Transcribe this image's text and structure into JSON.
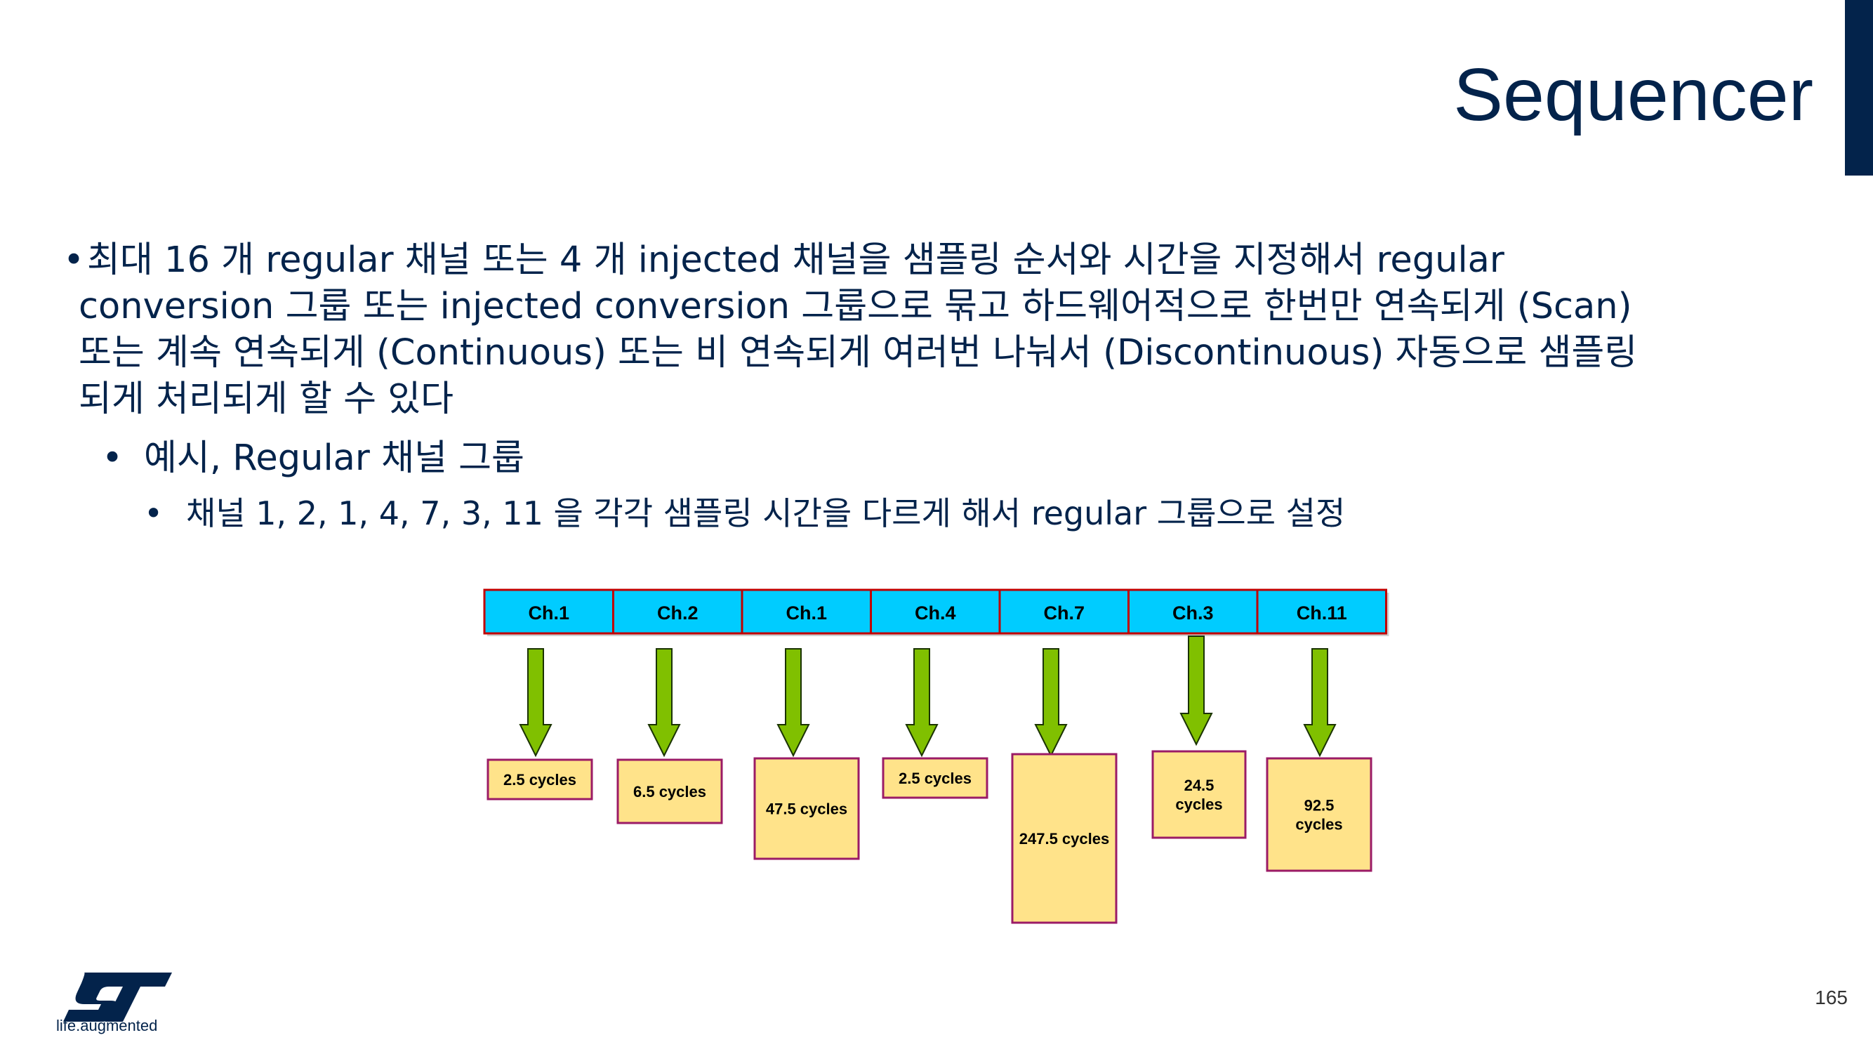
{
  "slide": {
    "title": "Sequencer",
    "page_number": "165",
    "brand_tagline": "life.augmented",
    "colors": {
      "title": "#03234b",
      "channel_box": "#00ccff",
      "channel_border": "#c00000",
      "arrow": "#80c000",
      "cycle_box": "#ffe38a",
      "cycle_border": "#9b1b66"
    }
  },
  "bullets": {
    "level1": {
      "lines": [
        "최대 16 개 regular 채널 또는 4 개 injected 채널을 샘플링 순서와 시간을 지정해서 regular",
        "conversion 그룹 또는 injected conversion 그룹으로 묶고 하드웨어적으로 한번만 연속되게 (Scan)",
        "또는 계속 연속되게 (Continuous) 또는 비 연속되게 여러번 나눠서 (Discontinuous) 자동으로 샘플링",
        "되게 처리되게 할 수 있다"
      ]
    },
    "level2": "예시, Regular 채널 그룹",
    "level3": "채널 1, 2, 1, 4, 7, 3, 11 을 각각 샘플링 시간을 다르게 해서 regular 그룹으로 설정"
  },
  "sequence": {
    "channels": [
      "Ch.1",
      "Ch.2",
      "Ch.1",
      "Ch.4",
      "Ch.7",
      "Ch.3",
      "Ch.11"
    ],
    "cycles": [
      [
        "2.5 cycles"
      ],
      [
        "6.5 cycles"
      ],
      [
        "47.5 cycles"
      ],
      [
        "2.5 cycles"
      ],
      [
        "247.5 cycles"
      ],
      [
        "24.5",
        "cycles"
      ],
      [
        "92.5",
        "cycles"
      ]
    ]
  }
}
